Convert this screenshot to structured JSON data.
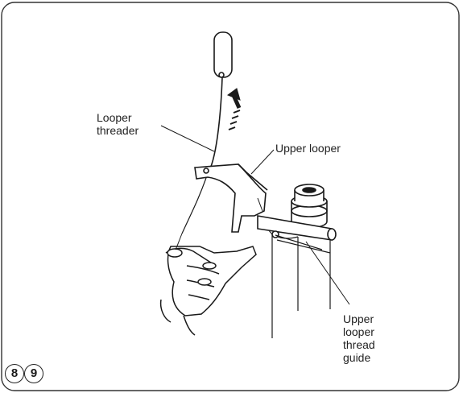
{
  "labels": {
    "looper_threader": "Looper\nthreader",
    "upper_looper": "Upper looper",
    "upper_looper_thread_guide": "Upper\nlooper\nthread\nguide"
  },
  "step_numbers": [
    "8",
    "9"
  ],
  "colors": {
    "ink": "#1a1a1a",
    "background": "#ffffff",
    "shade": "#d8d8d8"
  }
}
